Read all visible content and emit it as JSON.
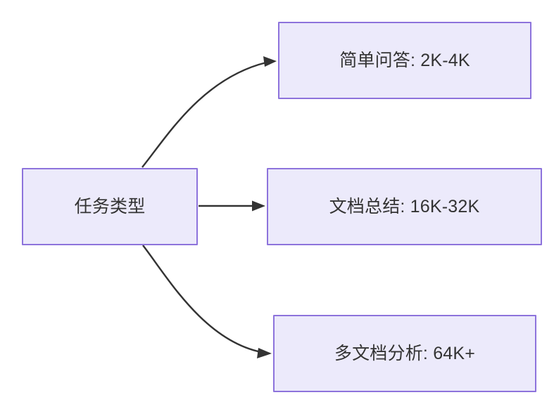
{
  "diagram": {
    "type": "flowchart",
    "direction": "left-to-right",
    "background_color": "#FFFFFF",
    "node_fill_color": "#ECEAFB",
    "node_border_color": "#8D73DC",
    "text_color": "#333333",
    "edge_color": "#333333",
    "nodes": [
      {
        "id": "source",
        "label": "任务类型",
        "role": "root"
      },
      {
        "id": "simple-qa",
        "label": "简单问答: 2K-4K",
        "role": "leaf"
      },
      {
        "id": "doc-summary",
        "label": "文档总结: 16K-32K",
        "role": "leaf"
      },
      {
        "id": "multi-doc",
        "label": "多文档分析: 64K+",
        "role": "leaf"
      }
    ],
    "edges": [
      {
        "id": "edge-source-to-simple-qa",
        "from": "source",
        "to": "simple-qa",
        "label": "",
        "style": "curved",
        "arrowhead": "filled-triangle"
      },
      {
        "id": "edge-source-to-doc-summary",
        "from": "source",
        "to": "doc-summary",
        "label": "",
        "style": "straight",
        "arrowhead": "filled-triangle"
      },
      {
        "id": "edge-source-to-multi-doc",
        "from": "source",
        "to": "multi-doc",
        "label": "",
        "style": "curved",
        "arrowhead": "filled-triangle"
      }
    ]
  }
}
